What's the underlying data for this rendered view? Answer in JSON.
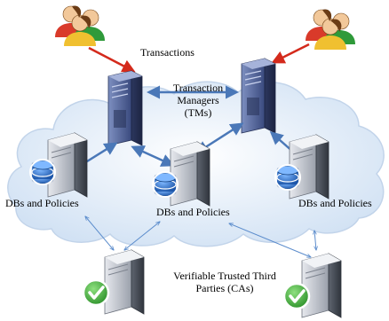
{
  "labels": {
    "transactions": "Transactions",
    "tm_line1": "Transaction",
    "tm_line2": "Managers",
    "tm_line3": "(TMs)",
    "db_left": "DBs and Policies",
    "db_middle": "DBs and Policies",
    "db_right": "DBs and Policies",
    "ttp_line1": "Verifiable Trusted Third",
    "ttp_line2": "Parties (CAs)"
  },
  "colors": {
    "cloud": "#dbe8f6",
    "cloud_edge": "#c2d4ea",
    "arrow_blue": "#4a78b8",
    "arrow_red": "#d42a1c",
    "thin_link": "#5b8ccc",
    "tm_server": "#4b5f96",
    "db_server": "#b7bcc6",
    "db_disk": "#2a6fc9",
    "check_green": "#3fae3a"
  },
  "icons": {
    "users": "users-group-icon",
    "tm": "transaction-manager-server-icon",
    "db": "database-server-icon",
    "ttp": "verified-server-icon"
  }
}
